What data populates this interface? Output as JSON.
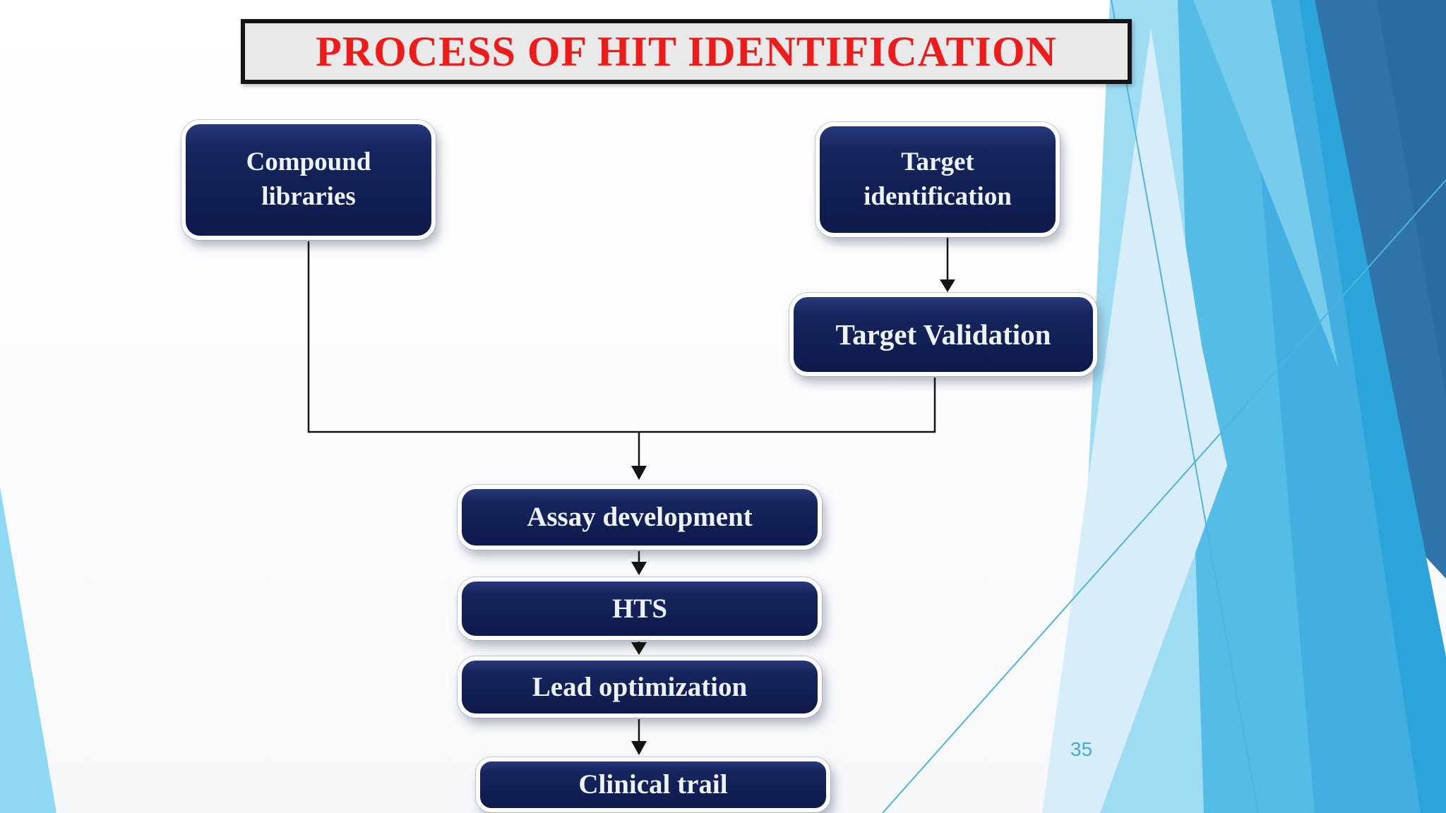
{
  "slide": {
    "title": "PROCESS OF HIT IDENTIFICATION",
    "page_number": "35",
    "colors": {
      "title_text": "#ee1b1b",
      "title_box_fill": "#e9e9e9",
      "node_fill": "#13215a",
      "node_border": "#ffffff",
      "connector": "#111111",
      "accent_steel_blue": "#3074a9",
      "accent_cyan": "#55bce6",
      "accent_light_cyan": "#9edcf3",
      "page_number_color": "#47a7d9"
    }
  },
  "flowchart": {
    "nodes": [
      {
        "id": "compound-libraries",
        "lines": [
          "Compound",
          "libraries"
        ]
      },
      {
        "id": "target-identification",
        "lines": [
          "Target",
          "identification"
        ]
      },
      {
        "id": "target-validation",
        "lines": [
          "Target Validation"
        ]
      },
      {
        "id": "assay-development",
        "lines": [
          "Assay development"
        ]
      },
      {
        "id": "hts",
        "lines": [
          "HTS"
        ]
      },
      {
        "id": "lead-optimization",
        "lines": [
          "Lead optimization"
        ]
      },
      {
        "id": "clinical-trail",
        "lines": [
          "Clinical trail"
        ]
      }
    ],
    "connections": [
      "target-identification -> target-validation",
      "compound-libraries + target-validation -> assay-development",
      "assay-development -> hts",
      "hts -> lead-optimization",
      "lead-optimization -> clinical-trail"
    ]
  }
}
